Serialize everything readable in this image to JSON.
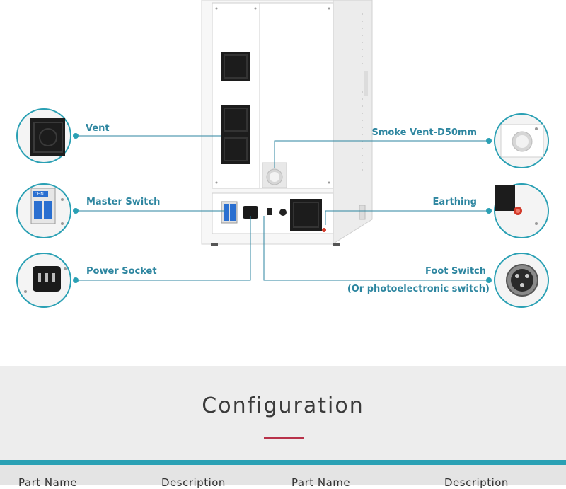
{
  "callouts": {
    "vent": "Vent",
    "master_switch": "Master Switch",
    "power_socket": "Power Socket",
    "smoke_vent": "Smoke Vent-D50mm",
    "earthing": "Earthing",
    "foot_switch": "Foot Switch",
    "foot_switch_note": "(Or photoelectronic switch)"
  },
  "breaker_brand": "CHNT",
  "configuration": {
    "title": "Configuration",
    "columns": [
      "Part Name",
      "Description",
      "Part Name",
      "Description"
    ]
  },
  "colors": {
    "accent_teal": "#2aa0b4",
    "label_blue": "#2e86a0",
    "underline_red": "#b8324a",
    "band_gray": "#ededed"
  }
}
